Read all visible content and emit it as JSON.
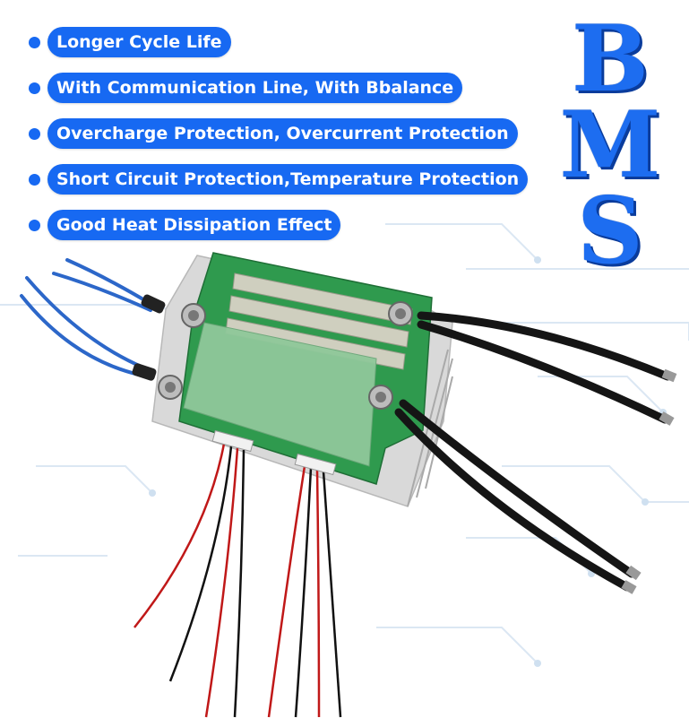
{
  "features": [
    "Longer Cycle Life",
    "With Communication Line, With Bbalance",
    "Overcharge Protection, Overcurrent Protection",
    "Short Circuit Protection,Temperature Protection",
    "Good Heat Dissipation Effect"
  ],
  "badge": {
    "letters": [
      "B",
      "M",
      "S"
    ]
  },
  "colors": {
    "accent": "#1769f2",
    "pcb": "#2f9a4e",
    "heatsink": "#d9d9d9"
  }
}
